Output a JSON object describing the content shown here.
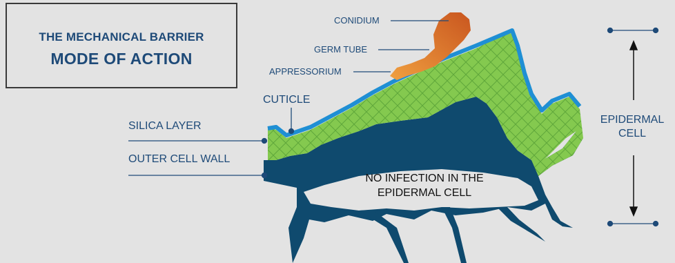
{
  "title": {
    "line1": "THE MECHANICAL BARRIER",
    "line2": "MODE OF ACTION"
  },
  "labels": {
    "conidium": "CONIDIUM",
    "germ_tube": "GERM TUBE",
    "appressorium": "APPRESSORIUM",
    "cuticle": "CUTICLE",
    "silica_layer": "SILICA LAYER",
    "outer_cell_wall": "OUTER CELL WALL",
    "epidermal_cell_line1": "EPIDERMAL",
    "epidermal_cell_line2": "CELL",
    "no_infection_line1": "NO INFECTION IN THE",
    "no_infection_line2": "EPIDERMAL CELL"
  },
  "colors": {
    "label_blue": "#1e4a78",
    "cell_wall": "#0f4a6e",
    "cuticle": "#1f8fd4",
    "silica_green": "#7cc84a",
    "fungus_orange": "#e07a2a",
    "background": "#e3e3e3"
  }
}
